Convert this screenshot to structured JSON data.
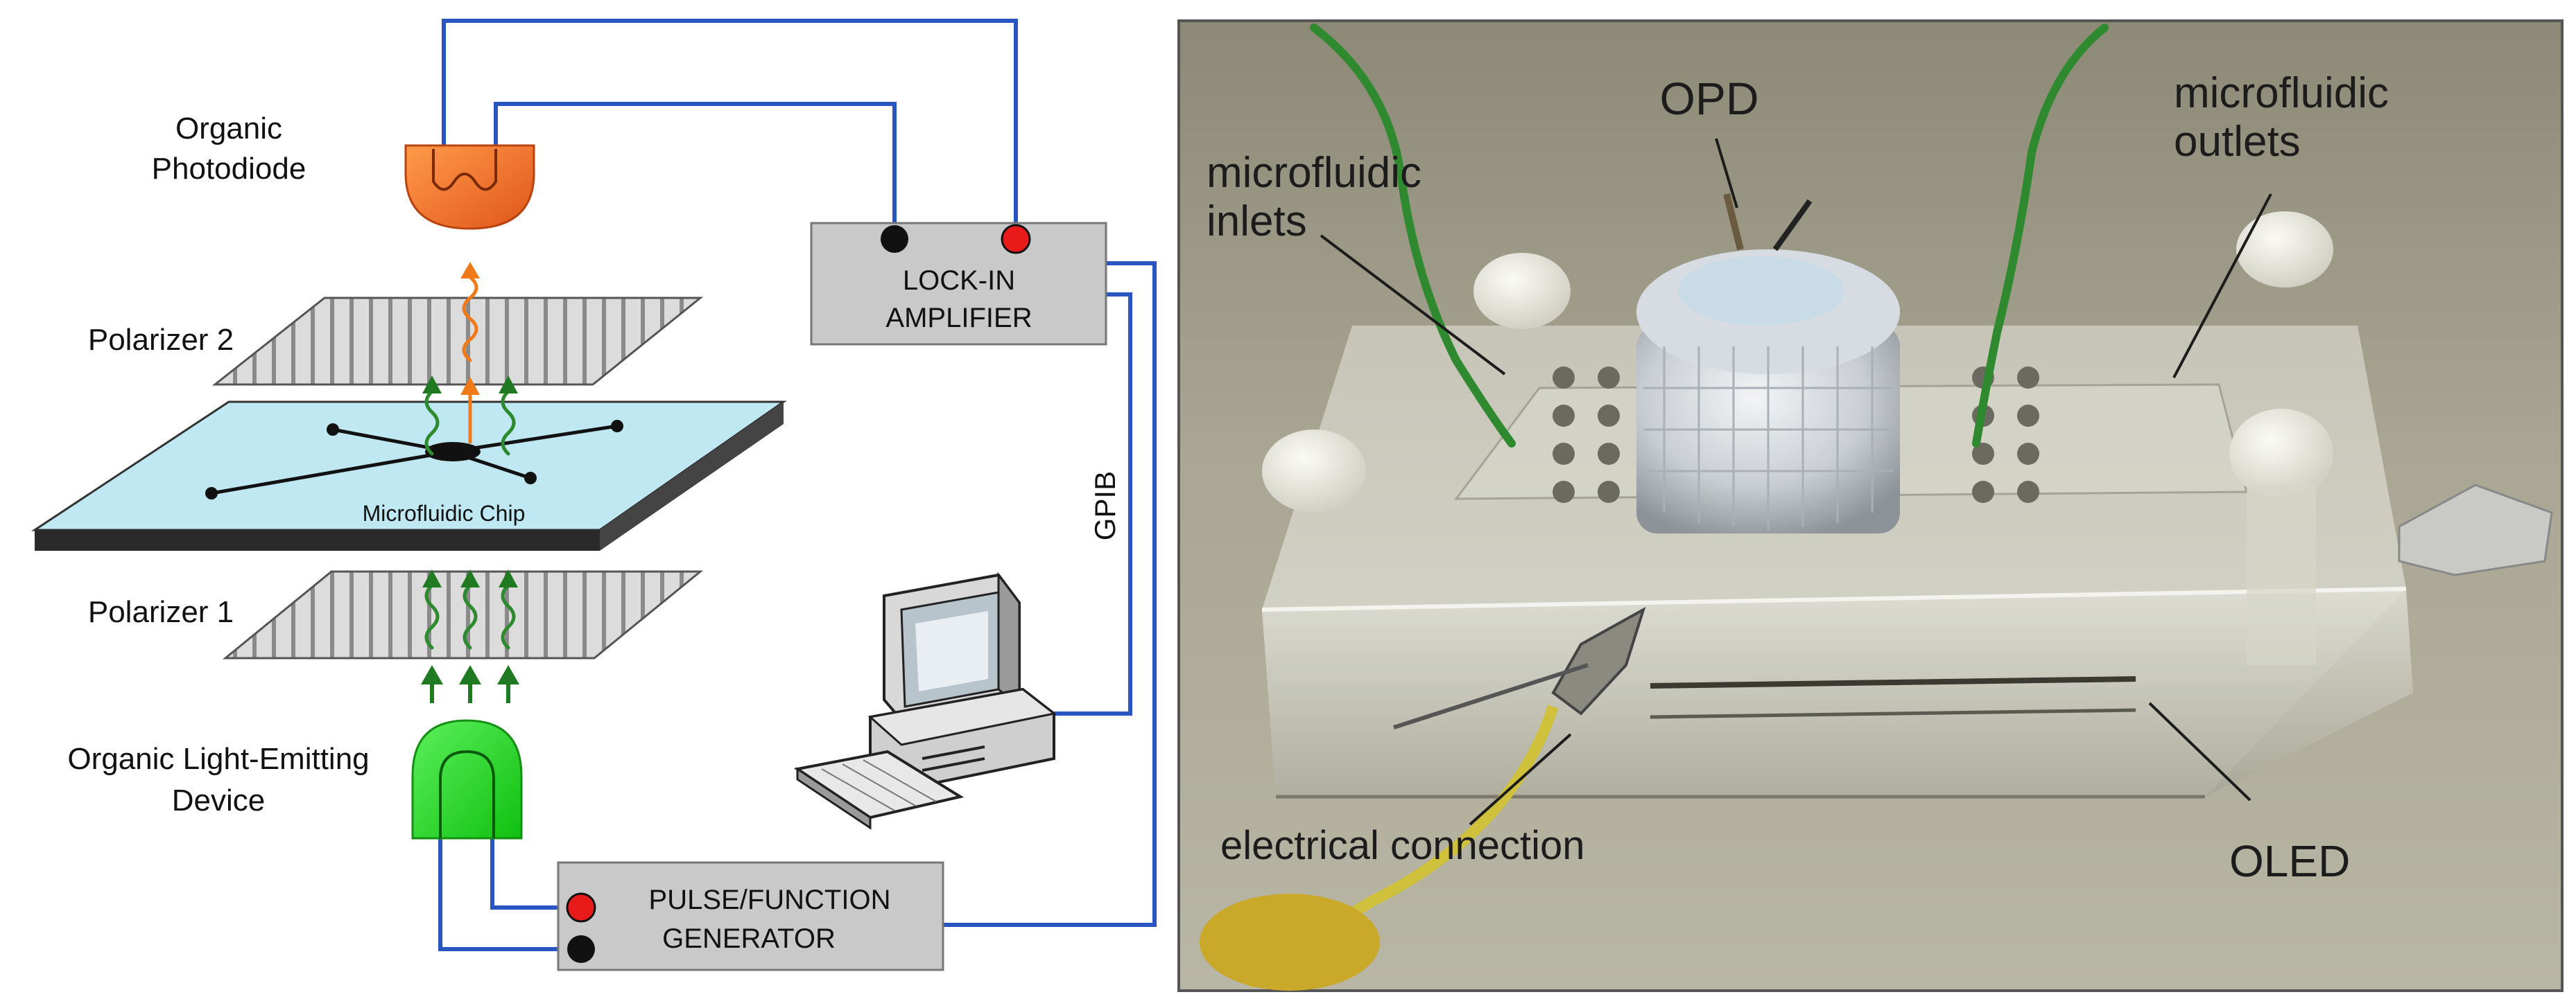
{
  "schematic": {
    "labels": {
      "photodiode_line1": "Organic",
      "photodiode_line2": "Photodiode",
      "polarizer2": "Polarizer 2",
      "chip": "Microfluidic Chip",
      "polarizer1": "Polarizer 1",
      "oled_line1": "Organic Light-Emitting",
      "oled_line2": "Device",
      "lockin_line1": "LOCK-IN",
      "lockin_line2": "AMPLIFIER",
      "gpib": "GPIB",
      "pulse_line1": "PULSE/FUNCTION",
      "pulse_line2": "GENERATOR"
    },
    "colors": {
      "wire": "#2a55c0",
      "photodiode": "#f26c1e",
      "oled": "#22d822",
      "chip_top": "#bfe8f2",
      "instrument_box": "#c9c9c9",
      "terminal_red": "#e81a1a",
      "terminal_black": "#111111",
      "light_green": "#2e8a2e",
      "light_orange": "#f07a1a"
    }
  },
  "photo": {
    "labels": {
      "opd": "OPD",
      "inlets_line1": "microfluidic",
      "inlets_line2": "inlets",
      "outlets_line1": "microfluidic",
      "outlets_line2": "outlets",
      "electrical": "electrical connection",
      "oled": "OLED"
    }
  }
}
